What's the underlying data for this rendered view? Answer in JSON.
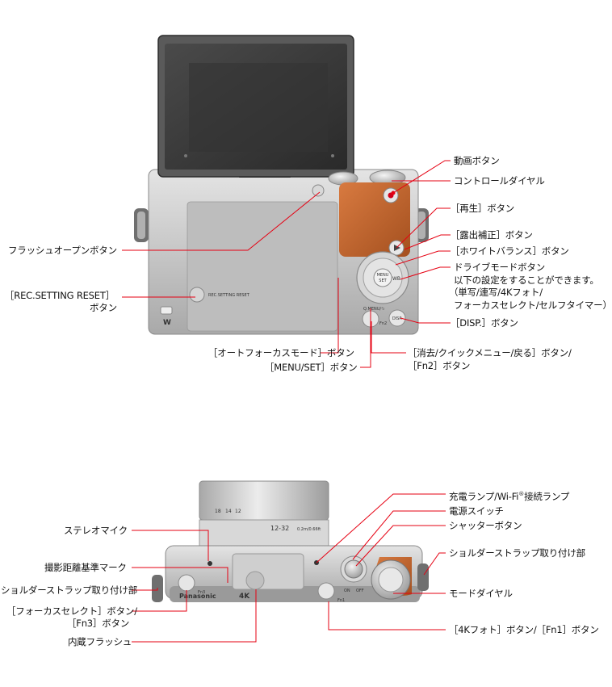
{
  "back_view": {
    "callouts": {
      "movie": "動画ボタン",
      "control_dial": "コントロールダイヤル",
      "playback": "［再生］ボタン",
      "exposure": "［露出補正］ボタン",
      "white_balance": "［ホワイトバランス］ボタン",
      "drive_mode_1": "ドライブモードボタン",
      "drive_mode_2": "以下の設定をすることができます。",
      "drive_mode_3": "（単写/連写/4Kフォト/",
      "drive_mode_4": "フォーカスセレクト/セルフタイマー）",
      "disp": "［DISP.］ボタン",
      "flash_open": "フラッシュオープンボタン",
      "rec_reset_1": "［REC.SETTING RESET］",
      "rec_reset_2": "ボタン",
      "af_mode": "［オートフォーカスモード］ボタン",
      "menu_set": "［MENU/SET］ボタン",
      "delete_1": "［消去/クイックメニュー/戻る］ボタン/",
      "delete_2": "［Fn2］ボタン"
    },
    "camera_marks": {
      "rec_setting_reset": "REC.SETTING RESET",
      "menu": "MENU",
      "set": "SET",
      "wb": "WB",
      "disp": "DISP.",
      "fn2": "Fn2",
      "qmenu": "Q.MENU/⮌"
    }
  },
  "top_view": {
    "callouts": {
      "charge_lamp_a": "充電ランプ/Wi-Fi",
      "charge_lamp_sup": "®",
      "charge_lamp_b": "接続ランプ",
      "power_switch": "電源スイッチ",
      "shutter": "シャッターボタン",
      "strap_right": "ショルダーストラップ取り付け部",
      "stereo_mic": "ステレオマイク",
      "focus_distance": "撮影距離基準マーク",
      "strap_left": "ショルダーストラップ取り付け部",
      "focus_select_1": "［フォーカスセレクト］ボタン/",
      "focus_select_2": "［Fn3］ボタン",
      "mode_dial": "モードダイヤル",
      "builtin_flash": "内蔵フラッシュ",
      "photo4k": "［4Kフォト］ボタン/［Fn1］ボタン"
    },
    "camera_marks": {
      "brand": "Panasonic",
      "badge_4k": "4K",
      "lens_focal": "12-32",
      "lens_scale": "0.2m/0.66ft",
      "lens_18": "18",
      "lens_14": "14",
      "lens_12": "12",
      "on": "ON",
      "off": "OFF",
      "fn3": "Fn3",
      "fn1": "Fn1"
    }
  },
  "colors": {
    "leader": "#e60012",
    "body_silver": "#c4c4c4",
    "leather_grey": "#b9b9b9",
    "accent_orange": "#c8662f",
    "screen": "#3c3c3c"
  }
}
